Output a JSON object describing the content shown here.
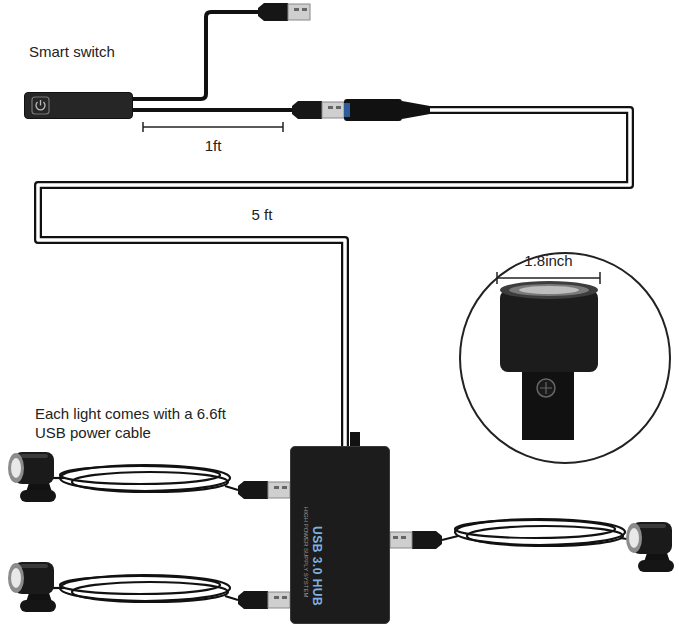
{
  "diagram": {
    "nodes": [
      {
        "text": [
          "Smart switch"
        ]
      },
      {
        "text": [
          "USB 3.0 HUB",
          "HIGH POWER SUPPLY SYSTEM"
        ]
      }
    ],
    "edges": [
      {
        "from": 0,
        "to": 1,
        "arrow": "none"
      }
    ],
    "labels": [
      "1ft",
      "5 ft",
      "1.8inch",
      "Each light comes with a 6.6ft USB power cable"
    ]
  }
}
